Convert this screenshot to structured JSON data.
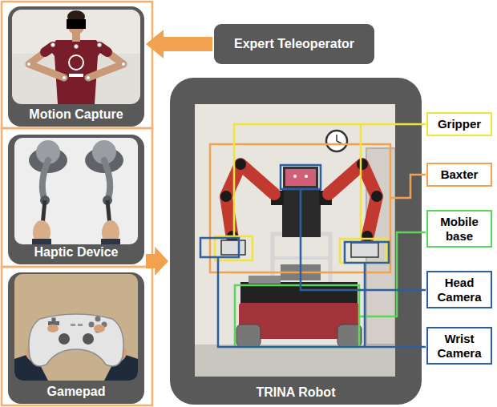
{
  "diagram": {
    "nodes": [
      {
        "text": [
          "Motion Capture"
        ]
      },
      {
        "text": [
          "Expert Teleoperator"
        ]
      },
      {
        "text": [
          "Haptic Device"
        ]
      },
      {
        "text": [
          "Gamepad"
        ]
      },
      {
        "text": [
          "TRINA Robot"
        ]
      },
      {
        "text": [
          "Gripper"
        ]
      },
      {
        "text": [
          "Baxter"
        ]
      },
      {
        "text": [
          "Mobile base"
        ]
      },
      {
        "text": [
          "Head Camera"
        ]
      },
      {
        "text": [
          "Wrist Camera"
        ]
      }
    ],
    "edges": [
      {
        "from": 1,
        "to": 0,
        "arrow": "to"
      },
      {
        "from": 2,
        "to": 4,
        "arrow": "to"
      }
    ]
  }
}
